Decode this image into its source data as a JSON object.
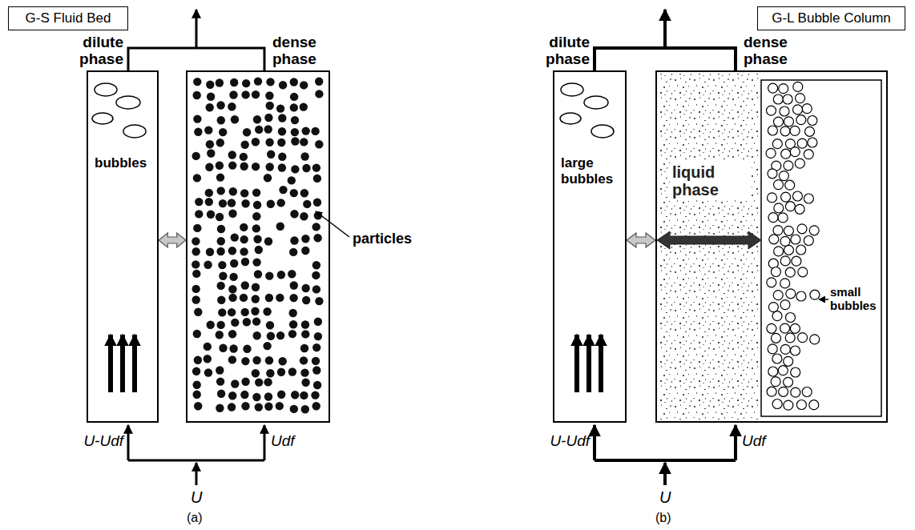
{
  "diagram": {
    "nodes": [
      {
        "text": [
          "G-S Fluid Bed"
        ]
      },
      {
        "text": [
          "dilute phase",
          "bubbles"
        ]
      },
      {
        "text": [
          "dense phase"
        ]
      },
      {
        "text": [
          "G-L Bubble Column"
        ]
      },
      {
        "text": [
          "dilute phase",
          "large bubbles"
        ]
      },
      {
        "text": [
          "dense phase",
          "liquid phase"
        ]
      }
    ],
    "edges": [
      {
        "from": 1,
        "to": 2,
        "arrow": "both"
      },
      {
        "from": 4,
        "to": 5,
        "arrow": "both"
      }
    ],
    "labels": [
      "particles",
      "U-Udf",
      "Udf",
      "U",
      "(a)",
      "small bubbles",
      "U-Udf",
      "Udf",
      "U",
      "(b)"
    ]
  }
}
